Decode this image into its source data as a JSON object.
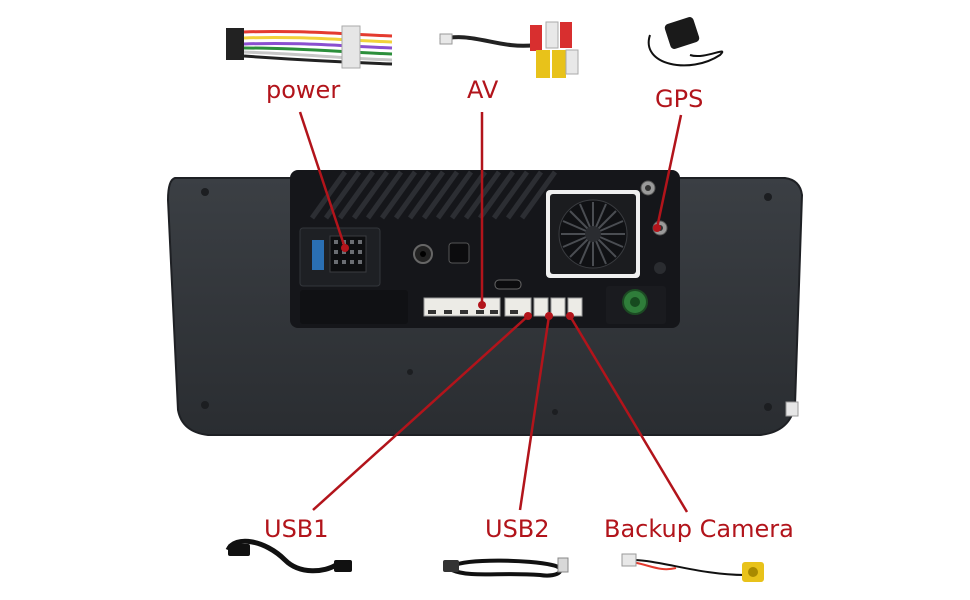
{
  "labels": {
    "power": "power",
    "av": "AV",
    "gps": "GPS",
    "usb1": "USB1",
    "usb2": "USB2",
    "backup_camera": "Backup Camera"
  },
  "colors": {
    "label_red": "#b2141b",
    "unit_body": "#3a3d41",
    "unit_edge": "#22252a",
    "panel_black": "#141517",
    "connector_white": "#e8e8e4",
    "gps_green": "#2f7d3a"
  }
}
